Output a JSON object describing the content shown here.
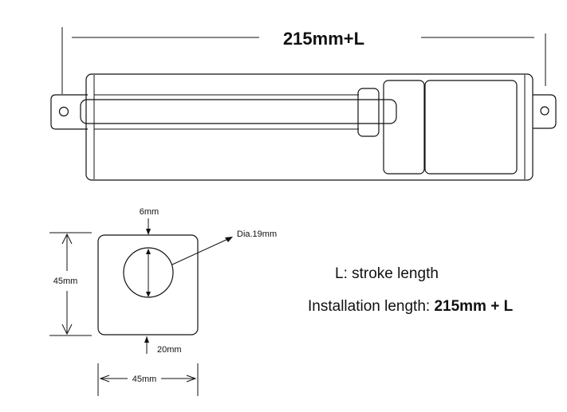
{
  "top_view": {
    "total_length_label": "215mm+L"
  },
  "end_view": {
    "gap_top_label": "6mm",
    "hole_dia_label": "Dia.19mm",
    "height_label": "45mm",
    "gap_bottom_label": "20mm",
    "width_label": "45mm"
  },
  "legend": {
    "stroke_line": "L: stroke length",
    "install_prefix": "Installation length: ",
    "install_value": "215mm + L"
  },
  "colors": {
    "line": "#111111",
    "background": "#ffffff"
  }
}
